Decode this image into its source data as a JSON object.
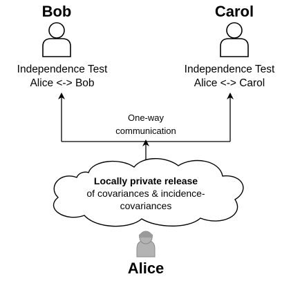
{
  "bob": {
    "name": "Bob",
    "test_line1": "Independence Test",
    "test_line2": "Alice <-> Bob",
    "icon": "person-outline-icon"
  },
  "carol": {
    "name": "Carol",
    "test_line1": "Independence Test",
    "test_line2": "Alice <-> Carol",
    "icon": "person-outline-icon"
  },
  "communication": {
    "line1": "One-way",
    "line2": "communication"
  },
  "release": {
    "bold_text": "Locally private release",
    "line2": "of covariances & incidence-",
    "line3": "covariances"
  },
  "alice": {
    "name": "Alice",
    "icon": "person-filled-gray-icon"
  },
  "colors": {
    "stroke": "#000000",
    "alice_fill": "#b3b3b3",
    "alice_stroke": "#888888"
  }
}
